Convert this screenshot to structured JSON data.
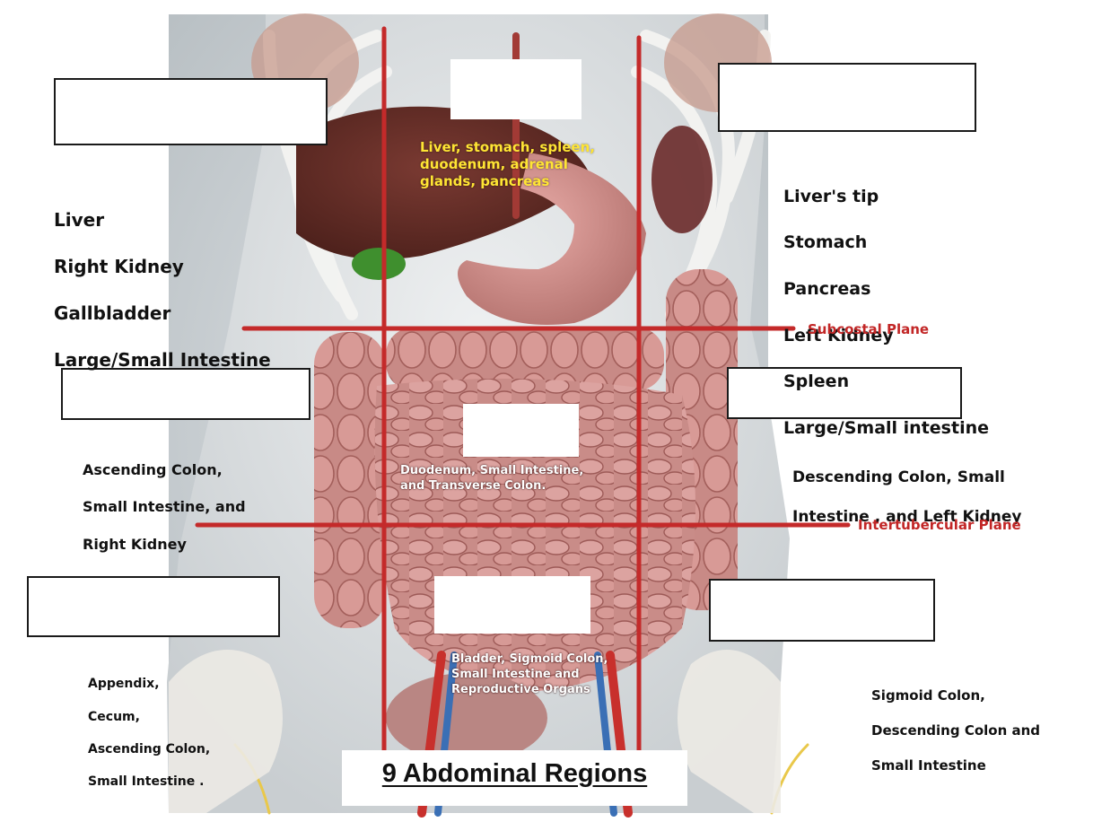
{
  "title": "9 Abdominal Regions",
  "planes": {
    "subcostal": "Subcostal Plane",
    "intertubercular": "Intertubercular Plane"
  },
  "regions": {
    "upper_right": [
      "Liver",
      "Right Kidney",
      "Gallbladder",
      "Large/Small Intestine"
    ],
    "upper_middle": [
      "Liver, stomach, spleen,",
      "duodenum, adrenal",
      "glands, pancreas"
    ],
    "upper_left": [
      "Liver's tip",
      "Stomach",
      "Pancreas",
      "Left Kidney",
      "Spleen",
      "Large/Small intestine"
    ],
    "middle_right": [
      "Ascending Colon,",
      "Small Intestine, and",
      "Right Kidney"
    ],
    "middle_center": [
      "Duodenum, Small Intestine,",
      "and Transverse Colon."
    ],
    "middle_left": [
      "Descending Colon, Small",
      "Intestine ,  and Left Kidney"
    ],
    "lower_right": [
      "Appendix,",
      "Cecum,",
      "Ascending Colon,",
      "Small Intestine  ."
    ],
    "lower_center": [
      "Bladder, Sigmoid Colon,",
      "Small Intestine   and",
      "Reproductive Organs"
    ],
    "lower_left": [
      "Sigmoid Colon,",
      "Descending Colon and",
      "Small Intestine"
    ]
  },
  "colors": {
    "plane_line": "#c42a2a",
    "plane_label": "#c22626",
    "upper_middle_text": "#ffe534",
    "center_text": "#ffffff",
    "body_text": "#111111"
  }
}
